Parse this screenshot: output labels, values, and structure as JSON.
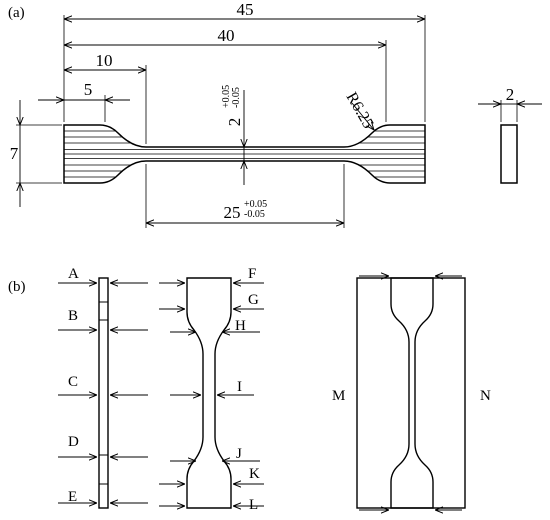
{
  "panel_a": {
    "label": "(a)",
    "dims": {
      "overall_length": "45",
      "distance_40": "40",
      "distance_10": "10",
      "grip_5": "5",
      "width": "7",
      "gauge_length": "25",
      "gauge_tol_plus": "+0.05",
      "gauge_tol_minus": "-0.05",
      "gauge_width": "2",
      "width_tol_plus": "+0.05",
      "width_tol_minus": "-0.05",
      "radius": "R6.25",
      "thickness": "2"
    }
  },
  "panel_b": {
    "label": "(b)",
    "side_points": [
      "A",
      "B",
      "C",
      "D",
      "E"
    ],
    "face_points": [
      "F",
      "G",
      "H",
      "I",
      "J",
      "K",
      "L"
    ],
    "grip_sides": [
      "M",
      "N"
    ]
  }
}
